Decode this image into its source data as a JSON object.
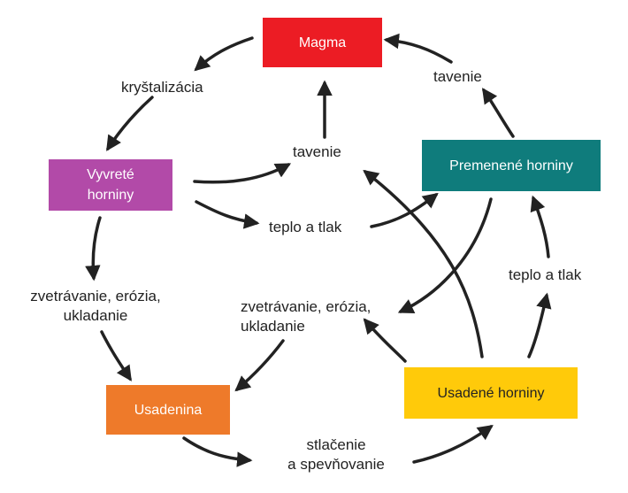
{
  "nodes": {
    "magma": {
      "label": "Magma",
      "color": "#ec1c24",
      "text_color": "#ffffff"
    },
    "igneous": {
      "label_line1": "Vyvreté",
      "label_line2": "horniny",
      "color": "#b24aa8",
      "text_color": "#ffffff"
    },
    "metamorphic": {
      "label": "Premenené horniny",
      "color": "#0f7c7c",
      "text_color": "#ffffff"
    },
    "sediment": {
      "label": "Usadenina",
      "color": "#ee7a2a",
      "text_color": "#ffffff"
    },
    "sedimentary": {
      "label": "Usadené horniny",
      "color": "#ffca0a",
      "text_color": "#222222"
    }
  },
  "labels": {
    "crystallization": "kryštalizácia",
    "melting_right": "tavenie",
    "melting_center": "tavenie",
    "heat_pressure_center": "teplo a tlak",
    "heat_pressure_right": "teplo a tlak",
    "weathering_left_line1": "zvetrávanie, erózia,",
    "weathering_left_line2": "ukladanie",
    "weathering_center_line1": "zvetrávanie, erózia,",
    "weathering_center_line2": "ukladanie",
    "compaction_line1": "stlačenie",
    "compaction_line2": "a spevňovanie"
  },
  "arrow_color": "#222222"
}
